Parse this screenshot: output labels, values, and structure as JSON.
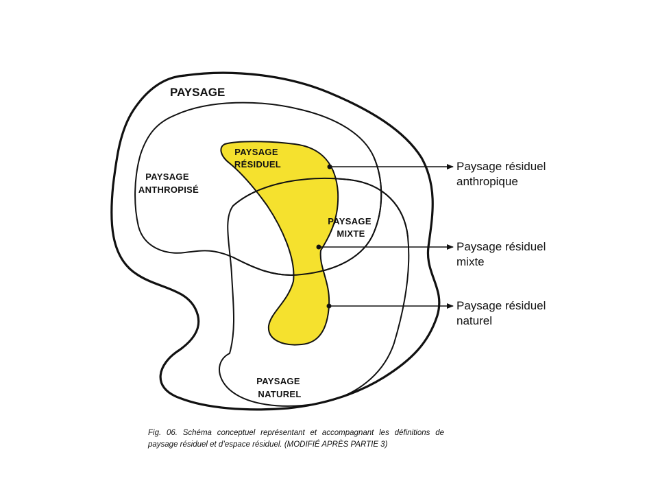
{
  "diagram": {
    "title": "PAYSAGE",
    "regions": {
      "anthropise": [
        "PAYSAGE",
        "ANTHROPISÉ"
      ],
      "residuel": [
        "PAYSAGE",
        "RÉSIDUEL"
      ],
      "mixte": [
        "PAYSAGE",
        "MIXTE"
      ],
      "naturel": [
        "PAYSAGE",
        "NATUREL"
      ]
    },
    "callouts": [
      {
        "line1": "Paysage résiduel",
        "line2": "anthropique"
      },
      {
        "line1": "Paysage résiduel",
        "line2": "mixte"
      },
      {
        "line1": "Paysage résiduel",
        "line2": "naturel"
      }
    ]
  },
  "colors": {
    "residual_fill": "#f5e12e",
    "stroke": "#111111"
  },
  "caption": "Fig. 06. Schéma conceptuel représentant et accompagnant les définitions de paysage résiduel et d’espace résiduel. (MODIFIÉ APRÈS PARTIE 3)"
}
